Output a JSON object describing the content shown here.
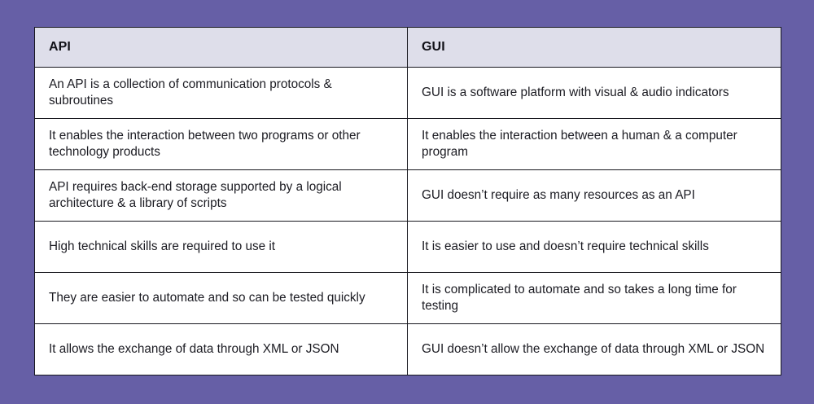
{
  "page": {
    "background_color": "#665FA6",
    "table_border_color": "#17171e",
    "header_background_color": "#dedeea",
    "cell_background_color": "#ffffff",
    "text_color": "#1b1b22"
  },
  "table": {
    "columns": [
      {
        "key": "api",
        "label": "API"
      },
      {
        "key": "gui",
        "label": "GUI"
      }
    ],
    "rows": [
      {
        "api": "An API is a collection of communication protocols & subroutines",
        "gui": "GUI is a software platform with visual & audio indicators"
      },
      {
        "api": "It enables the interaction between two programs or other technology products",
        "gui": "It enables the interaction between a human & a computer program"
      },
      {
        "api": "API requires back-end storage supported by a logical architecture & a library of scripts",
        "gui": "GUI doesn’t require as many resources as an API"
      },
      {
        "api": "High technical skills are required to use it",
        "gui": "It is easier to use and doesn’t require technical skills"
      },
      {
        "api": "They are easier to automate and so can be tested quickly",
        "gui": "It is complicated to automate and so takes a long time for testing"
      },
      {
        "api": "It allows the exchange of data through XML or JSON",
        "gui": "GUI doesn’t allow the exchange of data through XML or JSON"
      }
    ]
  }
}
